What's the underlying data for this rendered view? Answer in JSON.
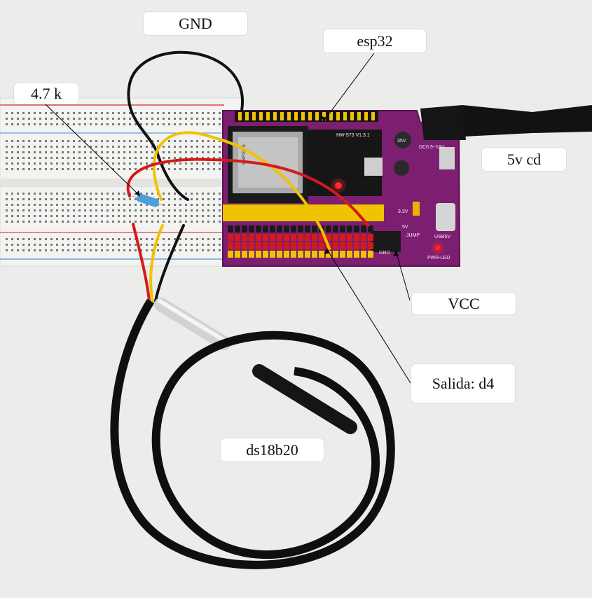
{
  "labels": {
    "gnd": "GND",
    "esp32": "esp32",
    "resistor": "4.7 k",
    "power": "5v cd",
    "vcc": "VCC",
    "output": "Salida: d4",
    "sensor": "ds18b20"
  },
  "board_text": {
    "module": "ESP32-S",
    "model": "HW-573 V1.3.1",
    "jack": "DC6.5~16V",
    "usb": "USB5V",
    "v33": "3.3V",
    "v5": "5V",
    "jump": "JUMP",
    "gnd": "GND",
    "led": "PWR-LED",
    "cap": "35V"
  },
  "colors": {
    "background": "#e9e9e7",
    "breadboard": "#f4f4f2",
    "board": "#7b1f6e",
    "header_yellow": "#f2c200",
    "wire_red": "#d41a1a",
    "wire_yellow": "#f0c300",
    "cable_black": "#111111"
  }
}
